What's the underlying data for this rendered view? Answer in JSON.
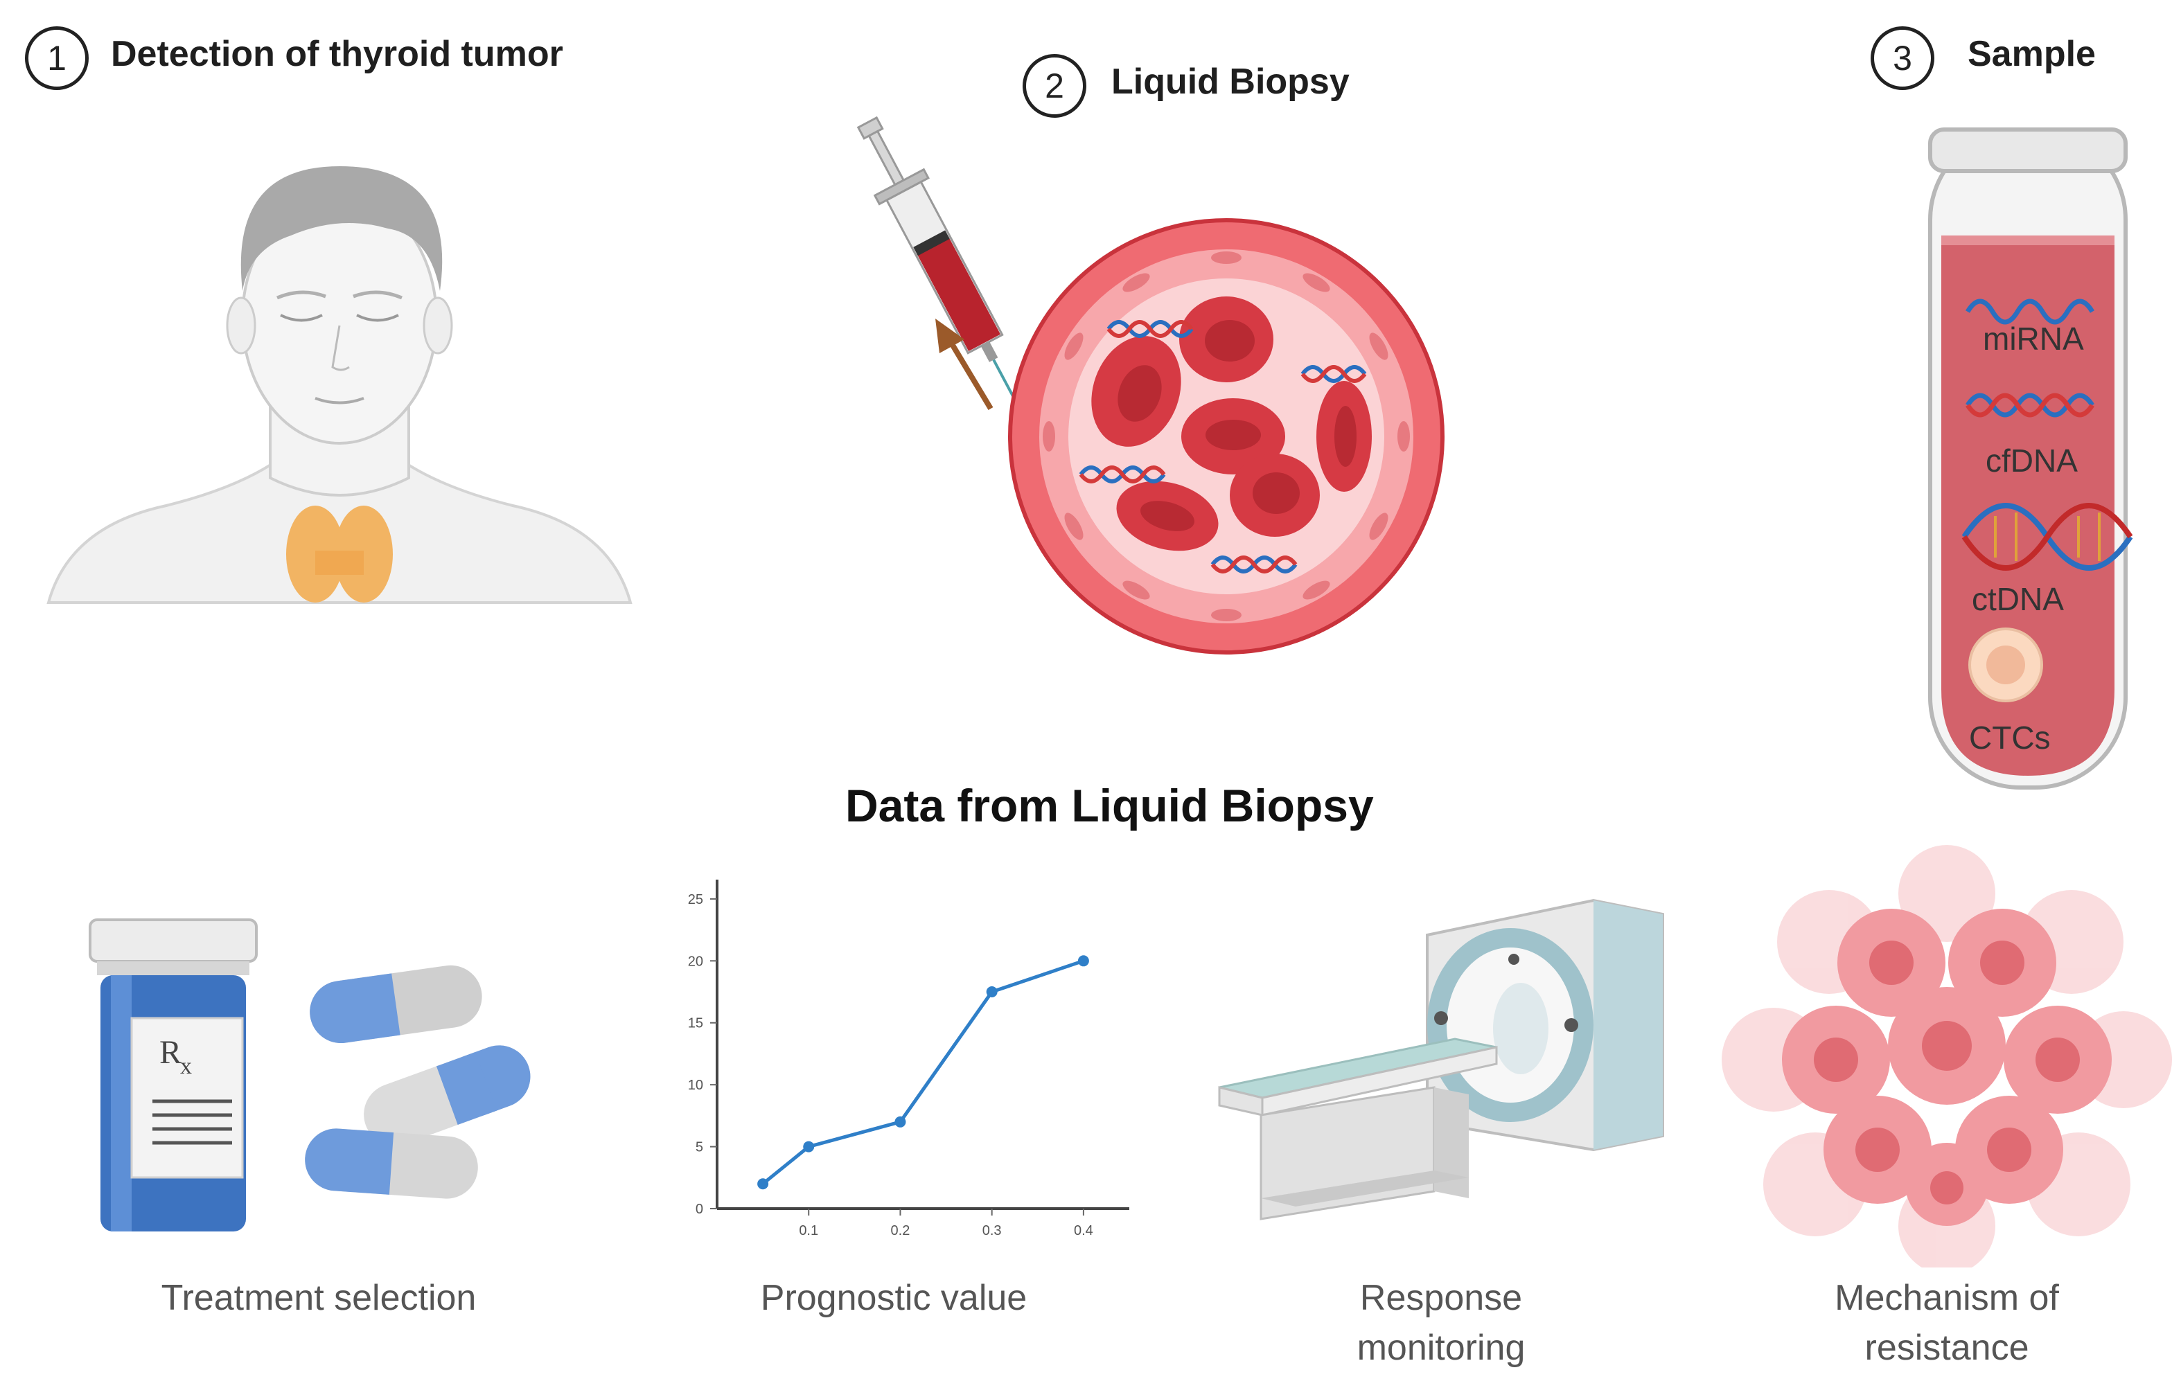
{
  "steps": [
    {
      "number": "1",
      "label": "Detection of thyroid tumor"
    },
    {
      "number": "2",
      "label": "Liquid Biopsy"
    },
    {
      "number": "3",
      "label": "Sample"
    }
  ],
  "sample_components": [
    "miRNA",
    "cfDNA",
    "ctDNA",
    "CTCs"
  ],
  "section_title": "Data from Liquid Biopsy",
  "captions": {
    "treatment": "Treatment selection",
    "prognostic": "Prognostic value",
    "response_line1": "Response",
    "response_line2": "monitoring",
    "mechanism_line1": "Mechanism of",
    "mechanism_line2": "resistance"
  },
  "bottle_label": {
    "r": "R",
    "x": "x"
  },
  "chart_data": {
    "type": "line",
    "x": [
      0.05,
      0.1,
      0.2,
      0.3,
      0.4
    ],
    "values": [
      2,
      5,
      7,
      17.5,
      20
    ],
    "x_tick_labels": [
      "0.1",
      "0.2",
      "0.3",
      "0.4"
    ],
    "x_ticks": [
      0.1,
      0.2,
      0.3,
      0.4
    ],
    "y_tick_labels": [
      "0",
      "5",
      "10",
      "15",
      "20",
      "25"
    ],
    "y_ticks": [
      0,
      5,
      10,
      15,
      20,
      25
    ],
    "xlim": [
      0,
      0.45
    ],
    "ylim": [
      0,
      26
    ],
    "color": "#2f7fc8"
  },
  "colors": {
    "blood_red": "#d63a44",
    "vessel_pink": "#f4a9ad",
    "thyroid_orange": "#f2b463",
    "bottle_blue": "#3d73c0",
    "dna_blue": "#2a6fc0",
    "dna_red": "#d43a3a",
    "tissue_pink": "#f19aa0"
  }
}
